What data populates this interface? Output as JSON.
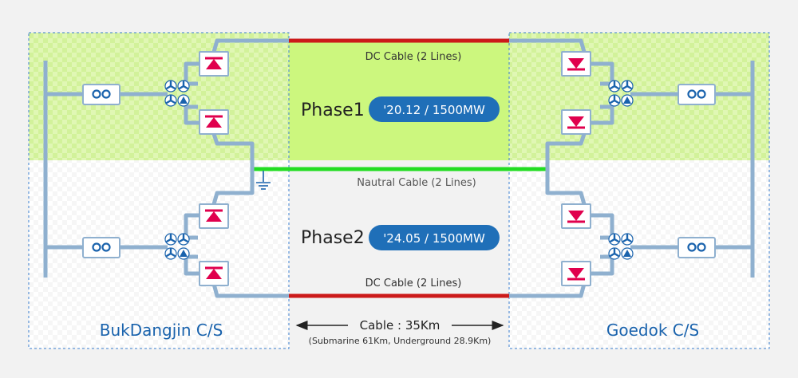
{
  "stations": {
    "left": {
      "name": "BukDangjin C/S"
    },
    "right": {
      "name": "Goedok C/S"
    }
  },
  "cables": {
    "dc_top": "DC Cable (2 Lines)",
    "neutral": "Nautral Cable (2 Lines)",
    "dc_bottom": "DC Cable (2 Lines)"
  },
  "phases": [
    {
      "label": "Phase1",
      "badge": "'20.12 / 1500MW"
    },
    {
      "label": "Phase2",
      "badge": "'24.05 / 1500MW"
    }
  ],
  "cable_length": {
    "label": "Cable : 35Km",
    "detail": "(Submarine 61Km, Underground 28.9Km)"
  },
  "colors": {
    "dc_cable": "#cc1a1a",
    "neutral_cable": "#22dd22",
    "bus": "#8fb0cf",
    "converter": "#e0004d",
    "station_text": "#1a63ad",
    "badge": "#1f6fb8",
    "phase1_zone": "#d6f59a"
  }
}
